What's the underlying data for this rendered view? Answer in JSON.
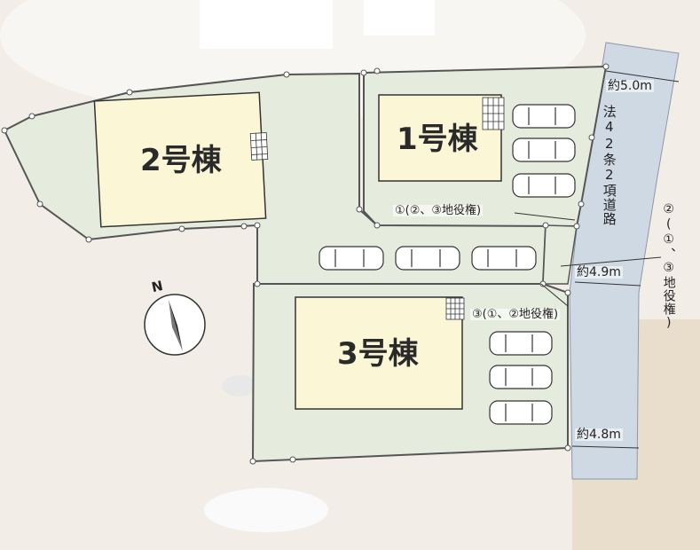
{
  "buildings": [
    {
      "id": "1",
      "label": "1号棟"
    },
    {
      "id": "2",
      "label": "2号棟"
    },
    {
      "id": "3",
      "label": "3号棟"
    }
  ],
  "road": {
    "label": "法42条2項道路",
    "widths": [
      "約5.0m",
      "約4.9m",
      "約4.8m"
    ]
  },
  "easements": {
    "lot1": "①(②、③地役権)",
    "lot2": "②(①、③地役権)",
    "lot3": "③(①、②地役権)"
  },
  "compass": {
    "north_label": "N"
  },
  "colors": {
    "lot_fill": "#e6ecdd",
    "building_fill": "#fbf6d6",
    "road_fill": "#cfd9e3",
    "boundary": "#555555"
  }
}
